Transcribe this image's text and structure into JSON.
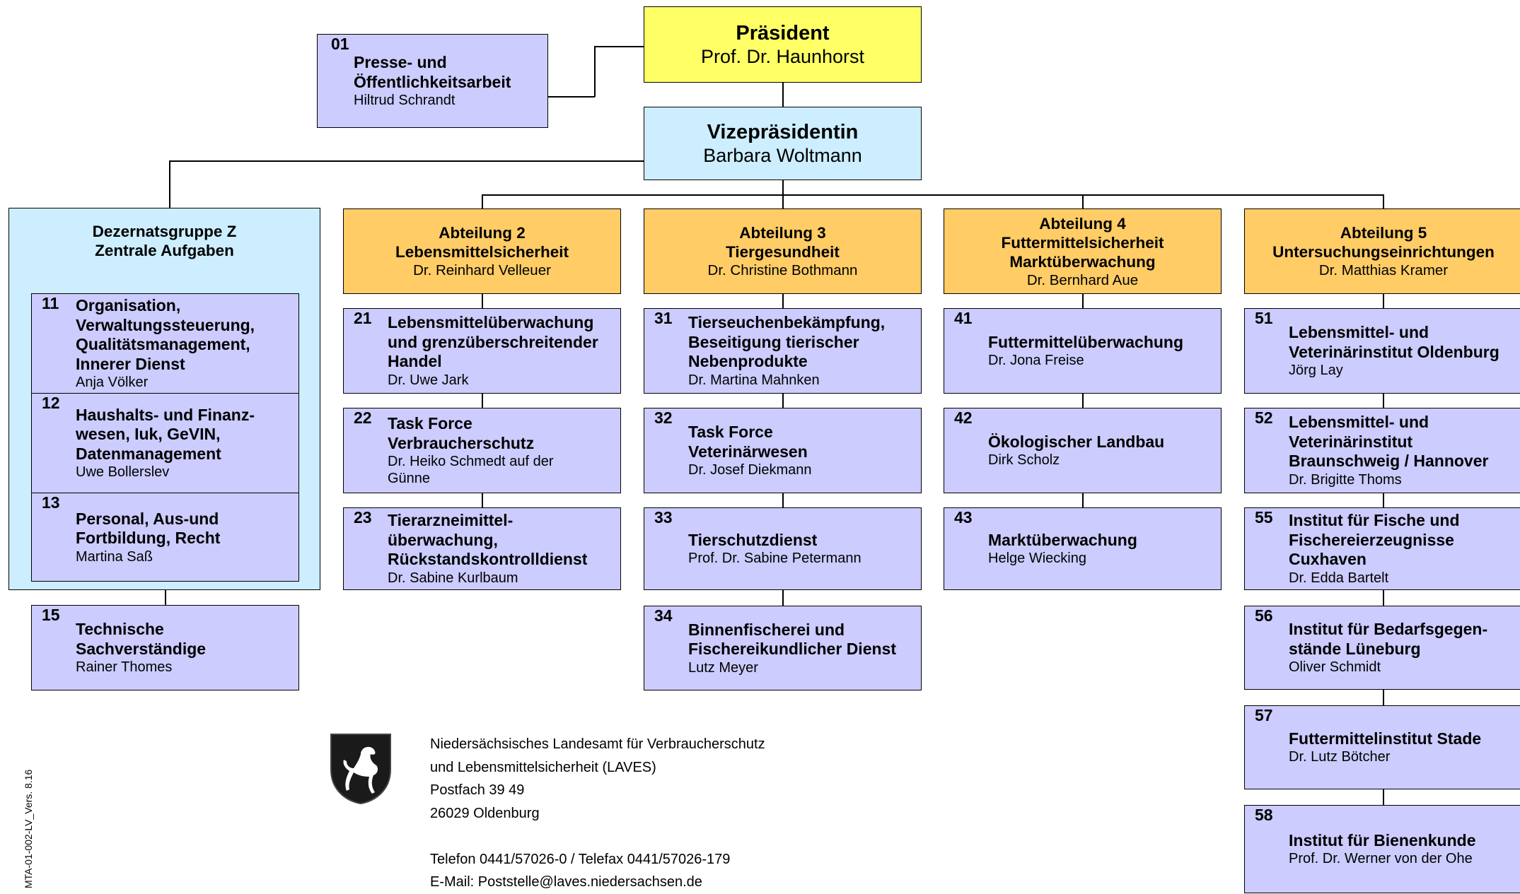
{
  "president": {
    "title": "Präsident",
    "name": "Prof. Dr. Haunhorst"
  },
  "vice": {
    "title": "Vizepräsidentin",
    "name": "Barbara Woltmann"
  },
  "press": {
    "num": "01",
    "title": "Presse- und\nÖffentlichkeitsarbeit",
    "person": "Hiltrud Schrandt"
  },
  "dz": {
    "line1": "Dezernatsgruppe Z",
    "line2": "Zentrale Aufgaben"
  },
  "units_z": [
    {
      "num": "11",
      "title": "Organisation,\nVerwaltungssteuerung,\nQualitätsmanagement,\nInnerer Dienst",
      "person": "Anja Völker"
    },
    {
      "num": "12",
      "title": "Haushalts- und Finanz-\nwesen, Iuk, GeVIN,\nDatenmanagement",
      "person": "Uwe Bollerslev"
    },
    {
      "num": "13",
      "title": "Personal, Aus-und\nFortbildung, Recht",
      "person": "Martina Saß"
    },
    {
      "num": "15",
      "title": "Technische\nSachverständige",
      "person": "Rainer Thomes"
    }
  ],
  "dept2": {
    "line1": "Abteilung 2",
    "line2": "Lebensmittelsicherheit",
    "person": "Dr. Reinhard Velleuer"
  },
  "units2": [
    {
      "num": "21",
      "title": "Lebensmittelüberwachung\nund grenzüberschreitender\nHandel",
      "person": "Dr. Uwe Jark"
    },
    {
      "num": "22",
      "title": "Task Force\nVerbraucherschutz",
      "person": "Dr. Heiko Schmedt auf der\nGünne"
    },
    {
      "num": "23",
      "title": "Tierarzneimittel-\nüberwachung,\nRückstandskontrolldienst",
      "person": "Dr. Sabine Kurlbaum"
    }
  ],
  "dept3": {
    "line1": "Abteilung 3",
    "line2": "Tiergesundheit",
    "person": "Dr. Christine Bothmann"
  },
  "units3": [
    {
      "num": "31",
      "title": "Tierseuchenbekämpfung,\nBeseitigung tierischer\nNebenprodukte",
      "person": "Dr. Martina Mahnken"
    },
    {
      "num": "32",
      "title": "Task Force\nVeterinärwesen",
      "person": "Dr. Josef Diekmann"
    },
    {
      "num": "33",
      "title": "Tierschutzdienst",
      "person": "Prof. Dr. Sabine Petermann"
    },
    {
      "num": "34",
      "title": "Binnenfischerei und\nFischereikundlicher Dienst",
      "person": "Lutz Meyer"
    }
  ],
  "dept4": {
    "line1": "Abteilung 4",
    "line2": "Futtermittelsicherheit",
    "line3": "Marktüberwachung",
    "person": "Dr. Bernhard Aue"
  },
  "units4": [
    {
      "num": "41",
      "title": "Futtermittelüberwachung",
      "person": "Dr. Jona Freise"
    },
    {
      "num": "42",
      "title": "Ökologischer Landbau",
      "person": "Dirk Scholz"
    },
    {
      "num": "43",
      "title": "Marktüberwachung",
      "person": "Helge Wiecking"
    }
  ],
  "dept5": {
    "line1": "Abteilung 5",
    "line2": "Untersuchungseinrichtungen",
    "person": "Dr. Matthias Kramer"
  },
  "units5": [
    {
      "num": "51",
      "title": "Lebensmittel- und\nVeterinärinstitut Oldenburg",
      "person": "Jörg Lay"
    },
    {
      "num": "52",
      "title": "Lebensmittel- und\nVeterinärinstitut\nBraunschweig / Hannover",
      "person": "Dr. Brigitte Thoms"
    },
    {
      "num": "55",
      "title": "Institut für Fische und\nFischereierzeugnisse\nCuxhaven",
      "person": "Dr. Edda Bartelt"
    },
    {
      "num": "56",
      "title": "Institut für Bedarfsgegen-\nstände Lüneburg",
      "person": "Oliver Schmidt"
    },
    {
      "num": "57",
      "title": "Futtermittelinstitut Stade",
      "person": "Dr. Lutz Bötcher"
    },
    {
      "num": "58",
      "title": "Institut für Bienenkunde",
      "person": "Prof. Dr. Werner von der Ohe"
    }
  ],
  "address": {
    "line1": "Niedersächsisches Landesamt für Verbraucherschutz",
    "line2": "und Lebensmittelsicherheit (LAVES)",
    "line3": "Postfach 39 49",
    "line4": "26029 Oldenburg",
    "phone": "Telefon  0441/57026-0  /  Telefax 0441/57026-179",
    "email": "E-Mail:  Poststelle@laves.niedersachsen.de"
  },
  "doc_code": "MTA-01-002-LV_Vers. 8.16",
  "logo": {
    "icon": "lower-saxony-horse-icon"
  }
}
